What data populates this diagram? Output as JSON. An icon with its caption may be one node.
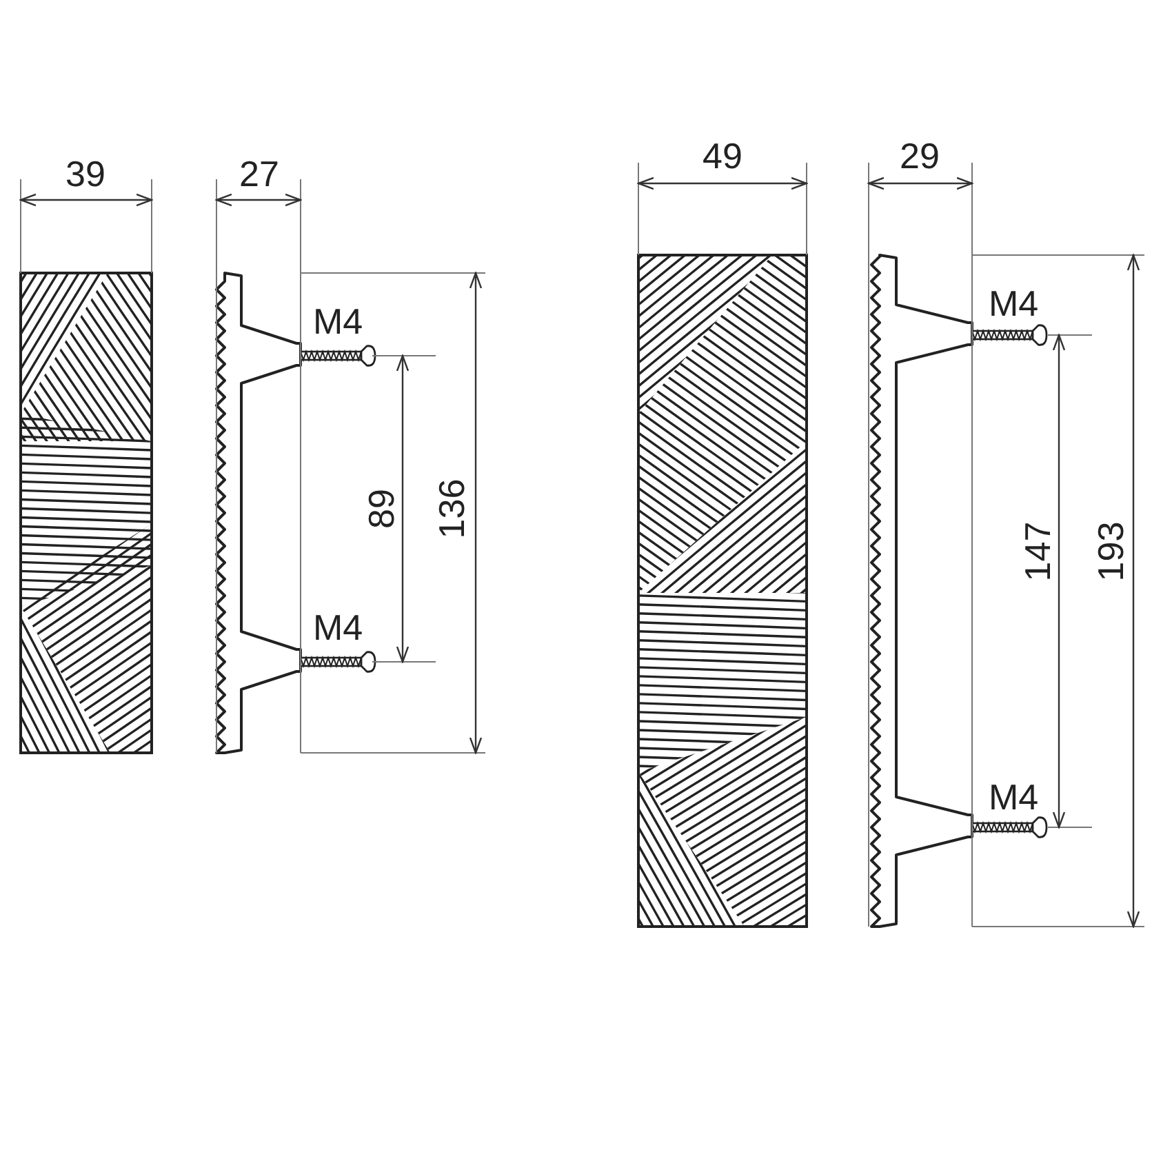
{
  "diagram": {
    "labels": [
      "39",
      "27",
      "49",
      "29",
      "M4",
      "M4",
      "89",
      "136",
      "147",
      "193",
      "M4",
      "M4"
    ]
  }
}
